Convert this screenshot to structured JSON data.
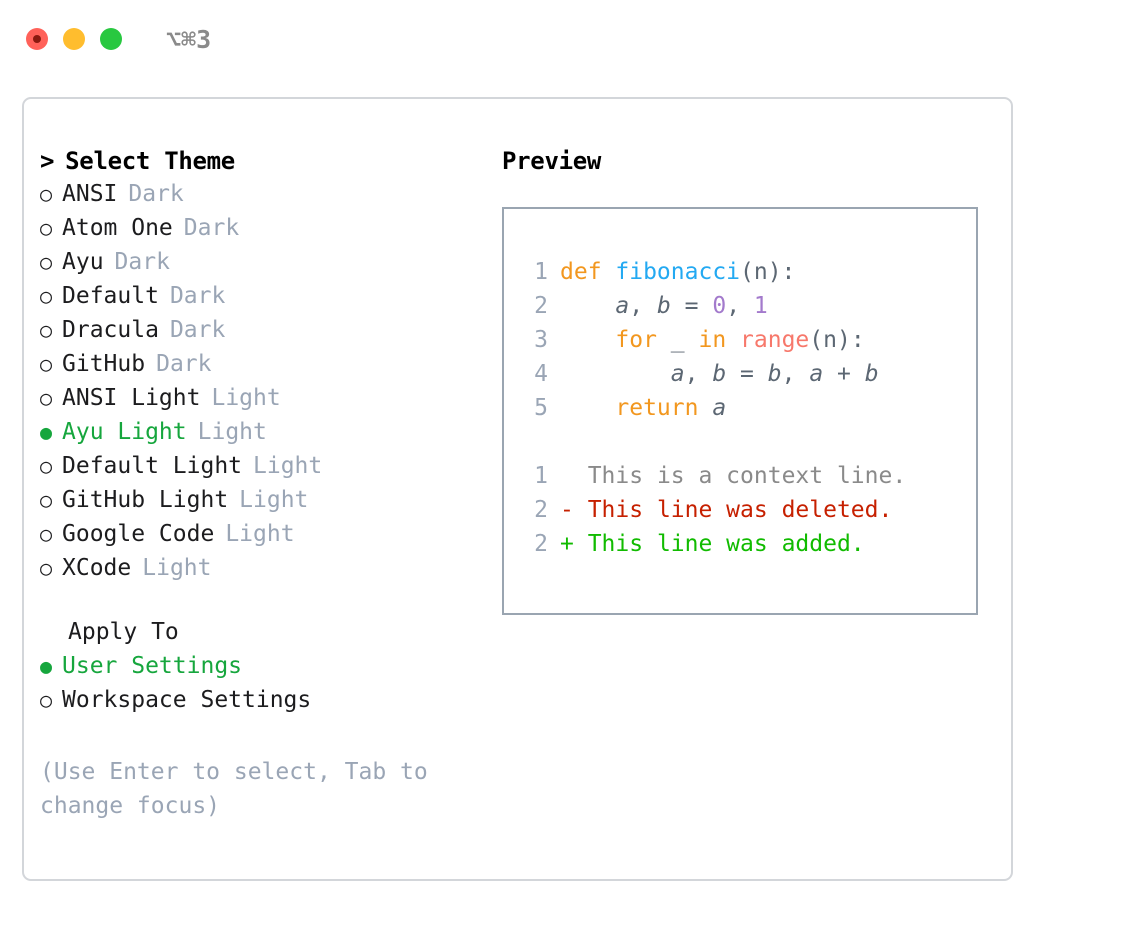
{
  "window": {
    "shortcut": "⌥⌘3",
    "traffic_lights": [
      {
        "name": "close-button",
        "color": "#ff6159"
      },
      {
        "name": "minimize-button",
        "color": "#ffbd2e"
      },
      {
        "name": "maximize-button",
        "color": "#28c840"
      }
    ]
  },
  "theme_picker": {
    "heading": "Select Theme",
    "caret": ">",
    "bullet_off": "○",
    "bullet_on": "●",
    "items": [
      {
        "label": "ANSI",
        "badge": "Dark",
        "selected": false
      },
      {
        "label": "Atom One",
        "badge": "Dark",
        "selected": false
      },
      {
        "label": "Ayu",
        "badge": "Dark",
        "selected": false
      },
      {
        "label": "Default",
        "badge": "Dark",
        "selected": false
      },
      {
        "label": "Dracula",
        "badge": "Dark",
        "selected": false
      },
      {
        "label": "GitHub",
        "badge": "Dark",
        "selected": false
      },
      {
        "label": "ANSI Light",
        "badge": "Light",
        "selected": false
      },
      {
        "label": "Ayu Light",
        "badge": "Light",
        "selected": true
      },
      {
        "label": "Default Light",
        "badge": "Light",
        "selected": false
      },
      {
        "label": "GitHub Light",
        "badge": "Light",
        "selected": false
      },
      {
        "label": "Google Code",
        "badge": "Light",
        "selected": false
      },
      {
        "label": "XCode",
        "badge": "Light",
        "selected": false
      }
    ]
  },
  "apply_to": {
    "title": "Apply To",
    "options": [
      {
        "label": "User Settings",
        "selected": true
      },
      {
        "label": "Workspace Settings",
        "selected": false
      }
    ]
  },
  "hint": "(Use Enter to select, Tab to change focus)",
  "preview": {
    "title": "Preview",
    "code_lines": [
      {
        "number": "1",
        "tokens": [
          {
            "text": "def ",
            "kind": "kw"
          },
          {
            "text": "fibonacci",
            "kind": "fn"
          },
          {
            "text": "(n):",
            "kind": "plain"
          }
        ]
      },
      {
        "number": "2",
        "tokens": [
          {
            "text": "    ",
            "kind": "plain"
          },
          {
            "text": "a",
            "kind": "var"
          },
          {
            "text": ", ",
            "kind": "plain"
          },
          {
            "text": "b",
            "kind": "var"
          },
          {
            "text": " = ",
            "kind": "plain"
          },
          {
            "text": "0",
            "kind": "num"
          },
          {
            "text": ", ",
            "kind": "plain"
          },
          {
            "text": "1",
            "kind": "num"
          }
        ]
      },
      {
        "number": "3",
        "tokens": [
          {
            "text": "    ",
            "kind": "plain"
          },
          {
            "text": "for",
            "kind": "kw"
          },
          {
            "text": " _ ",
            "kind": "plain"
          },
          {
            "text": "in",
            "kind": "kw"
          },
          {
            "text": " ",
            "kind": "plain"
          },
          {
            "text": "range",
            "kind": "bi"
          },
          {
            "text": "(n):",
            "kind": "plain"
          }
        ]
      },
      {
        "number": "4",
        "tokens": [
          {
            "text": "        ",
            "kind": "plain"
          },
          {
            "text": "a",
            "kind": "var"
          },
          {
            "text": ", ",
            "kind": "plain"
          },
          {
            "text": "b",
            "kind": "var"
          },
          {
            "text": " = ",
            "kind": "plain"
          },
          {
            "text": "b",
            "kind": "var"
          },
          {
            "text": ", ",
            "kind": "plain"
          },
          {
            "text": "a",
            "kind": "var"
          },
          {
            "text": " + ",
            "kind": "plain"
          },
          {
            "text": "b",
            "kind": "var"
          }
        ]
      },
      {
        "number": "5",
        "tokens": [
          {
            "text": "    ",
            "kind": "plain"
          },
          {
            "text": "return",
            "kind": "kw"
          },
          {
            "text": " ",
            "kind": "plain"
          },
          {
            "text": "a",
            "kind": "var"
          }
        ]
      }
    ],
    "diff_lines": [
      {
        "number": "1",
        "marker": " ",
        "text": "This is a context line.",
        "kind": "ctx"
      },
      {
        "number": "2",
        "marker": "-",
        "text": "This line was deleted.",
        "kind": "del"
      },
      {
        "number": "2",
        "marker": "+",
        "text": "This line was added.",
        "kind": "add"
      }
    ]
  },
  "colors": {
    "accent_green": "#16a63d",
    "muted": "#9aa5b5",
    "keyword": "#f2971f",
    "function": "#23a9f2",
    "builtin": "#f7786b",
    "number": "#a37acc",
    "variable": "#5c6773",
    "diff_deleted": "#c62000",
    "diff_added": "#11bb00",
    "diff_context": "#8a8a8a",
    "panel_border": "#d3d6da",
    "code_border": "#9aa5b1"
  }
}
